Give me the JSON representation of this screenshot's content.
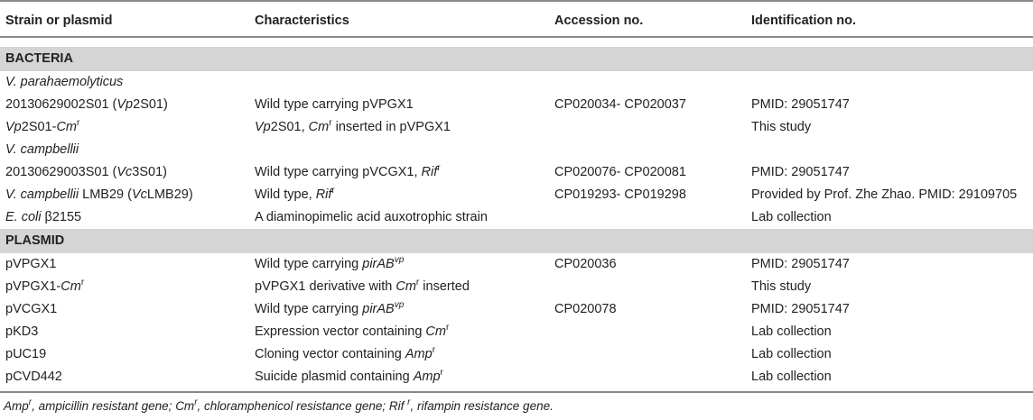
{
  "header": {
    "col1": "Strain or plasmid",
    "col2": "Characteristics",
    "col3": "Accession no.",
    "col4": "Identification no."
  },
  "sections": {
    "bacteria": "BACTERIA",
    "plasmid": "PLASMID"
  },
  "rows": {
    "r1": {
      "c1": "V. parahaemolyticus"
    },
    "r2": {
      "c1a": "20130629002S01 (",
      "c1b": "Vp",
      "c1c": "2S01)",
      "c2": "Wild type carrying pVPGX1",
      "c3": "CP020034- CP020037",
      "c4": "PMID: 29051747"
    },
    "r3": {
      "c1a": "Vp",
      "c1b": "2S01-",
      "c1c": "Cm",
      "c1sup": "r",
      "c2a": "Vp",
      "c2b": "2S01, ",
      "c2c": "Cm",
      "c2sup": "r",
      "c2d": " inserted in pVPGX1",
      "c4": "This study"
    },
    "r4": {
      "c1": "V. campbellii"
    },
    "r5": {
      "c1a": "20130629003S01 (",
      "c1b": "Vc",
      "c1c": "3S01)",
      "c2a": "Wild type carrying pVCGX1, ",
      "c2b": "Rif",
      "c2sup": "r",
      "c3": "CP020076- CP020081",
      "c4": "PMID: 29051747"
    },
    "r6": {
      "c1a": "V. campbellii",
      "c1b": " LMB29 (",
      "c1c": "Vc",
      "c1d": "LMB29)",
      "c2a": "Wild type, ",
      "c2b": "Rif",
      "c2sup": "r",
      "c3": "CP019293- CP019298",
      "c4": "Provided by Prof. Zhe Zhao. PMID: 29109705"
    },
    "r7": {
      "c1a": "E. coli",
      "c1b": " β2155",
      "c2": "A diaminopimelic acid auxotrophic strain",
      "c4": "Lab collection"
    },
    "p1": {
      "c1": "pVPGX1",
      "c2a": "Wild type carrying ",
      "c2b": "pirAB",
      "c2sup": "vp",
      "c3": "CP020036",
      "c4": "PMID: 29051747"
    },
    "p2": {
      "c1a": "pVPGX1-",
      "c1b": "Cm",
      "c1sup": "r",
      "c2a": "pVPGX1 derivative with ",
      "c2b": "Cm",
      "c2sup": "r",
      "c2c": " inserted",
      "c4": "This study"
    },
    "p3": {
      "c1": "pVCGX1",
      "c2a": "Wild type carrying ",
      "c2b": "pirAB",
      "c2sup": "vp",
      "c3": "CP020078",
      "c4": "PMID: 29051747"
    },
    "p4": {
      "c1": "pKD3",
      "c2a": "Expression vector containing ",
      "c2b": "Cm",
      "c2sup": "r",
      "c4": "Lab collection"
    },
    "p5": {
      "c1": "pUC19",
      "c2a": "Cloning vector containing ",
      "c2b": "Amp",
      "c2sup": "r",
      "c4": "Lab collection"
    },
    "p6": {
      "c1": "pCVD442",
      "c2a": "Suicide plasmid containing ",
      "c2b": "Amp",
      "c2sup": "r",
      "c4": "Lab collection"
    }
  },
  "footnote": {
    "a1": "Amp",
    "a1sup": "r",
    "a2": ", ampicillin resistant gene; ",
    "b1": "Cm",
    "b1sup": "r",
    "b2": ", chloramphenicol resistance gene; ",
    "c1": "Rif",
    "c1sup": "r",
    "c2": ", rifampin resistance gene."
  }
}
